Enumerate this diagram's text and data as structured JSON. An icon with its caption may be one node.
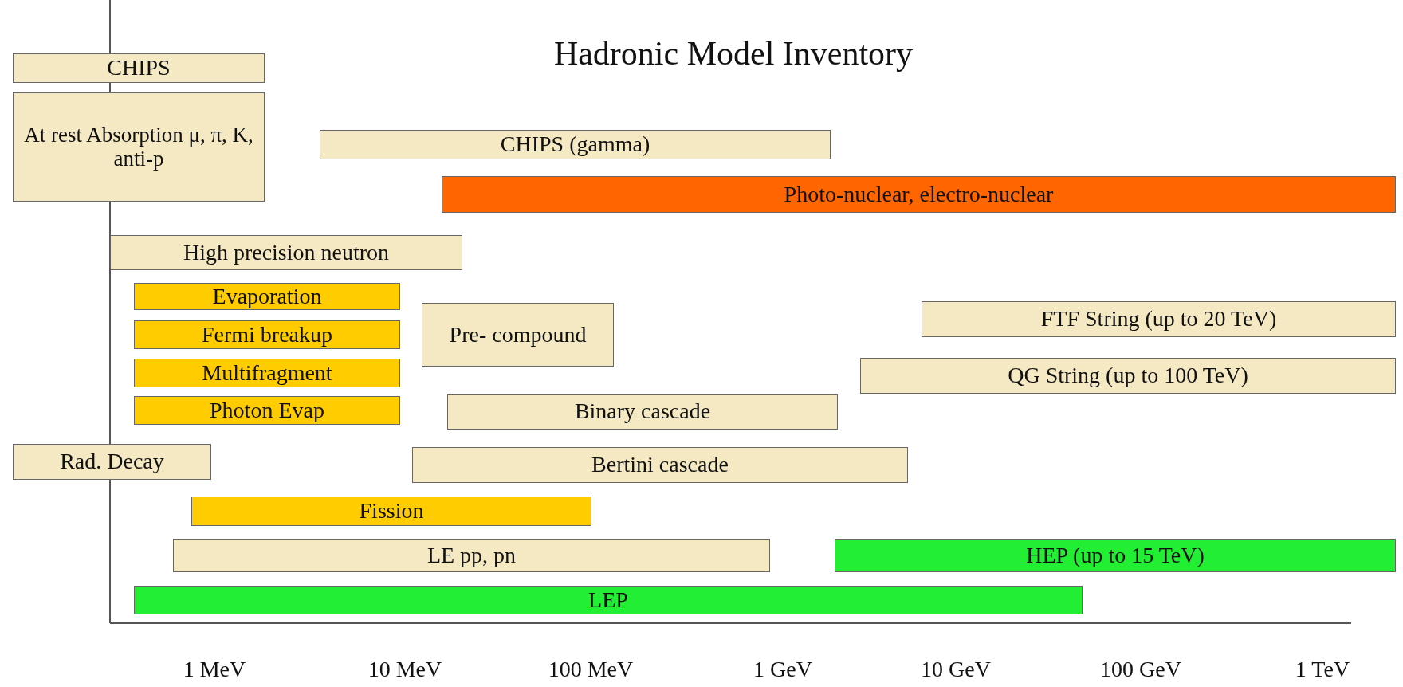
{
  "diagram": {
    "title": "Hadronic Model Inventory",
    "nodes": [
      {
        "text": [
          "CHIPS"
        ]
      },
      {
        "text": [
          "At rest Absorption μ, π, K, anti-p"
        ]
      },
      {
        "text": [
          "CHIPS (gamma)"
        ]
      },
      {
        "text": [
          "Photo-nuclear, electro-nuclear"
        ]
      },
      {
        "text": [
          "High precision neutron"
        ]
      },
      {
        "text": [
          "Evaporation"
        ]
      },
      {
        "text": [
          "Fermi breakup"
        ]
      },
      {
        "text": [
          "Multifragment"
        ]
      },
      {
        "text": [
          "Photon Evap"
        ]
      },
      {
        "text": [
          "Pre- compound"
        ]
      },
      {
        "text": [
          "FTF String (up to 20 TeV)"
        ]
      },
      {
        "text": [
          "QG String (up to 100 TeV)"
        ]
      },
      {
        "text": [
          "Binary cascade"
        ]
      },
      {
        "text": [
          "Rad. Decay"
        ]
      },
      {
        "text": [
          "Bertini cascade"
        ]
      },
      {
        "text": [
          "Fission"
        ]
      },
      {
        "text": [
          "LE pp, pn"
        ]
      },
      {
        "text": [
          "HEP  (up to 15 TeV)"
        ]
      },
      {
        "text": [
          "LEP"
        ]
      }
    ],
    "labels": [
      "1 MeV",
      "10 MeV",
      "100 MeV",
      "1 GeV",
      "10 GeV",
      "100 GeV",
      "1 TeV"
    ]
  }
}
